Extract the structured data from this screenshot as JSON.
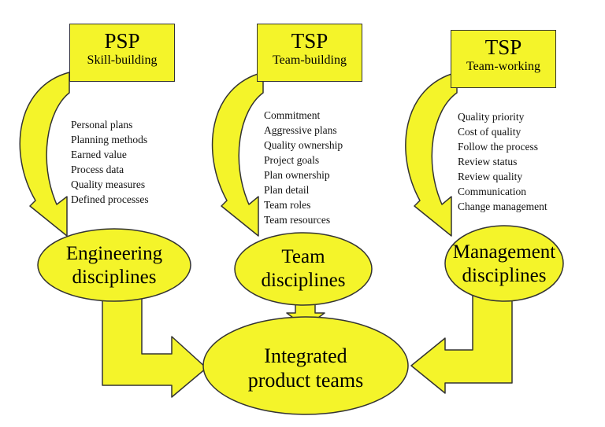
{
  "boxes": [
    {
      "title": "PSP",
      "subtitle": "Skill-building"
    },
    {
      "title": "TSP",
      "subtitle": "Team-building"
    },
    {
      "title": "TSP",
      "subtitle": "Team-working"
    }
  ],
  "lists": [
    [
      "Personal plans",
      "Planning methods",
      "Earned value",
      "Process data",
      "Quality measures",
      "Defined processes"
    ],
    [
      "Commitment",
      "Aggressive plans",
      "Quality ownership",
      "Project goals",
      "Plan ownership",
      "Plan detail",
      "Team roles",
      "Team resources"
    ],
    [
      "Quality priority",
      "Cost of quality",
      "Follow the process",
      "Review status",
      "Review quality",
      "Communication",
      "Change management"
    ]
  ],
  "ovals": [
    {
      "line1": "Engineering",
      "line2": "disciplines"
    },
    {
      "line1": "Team",
      "line2": "disciplines"
    },
    {
      "line1": "Management",
      "line2": "disciplines"
    },
    {
      "line1": "Integrated",
      "line2": "product teams"
    }
  ],
  "colors": {
    "fill": "#f4f42a",
    "stroke": "#333333"
  }
}
